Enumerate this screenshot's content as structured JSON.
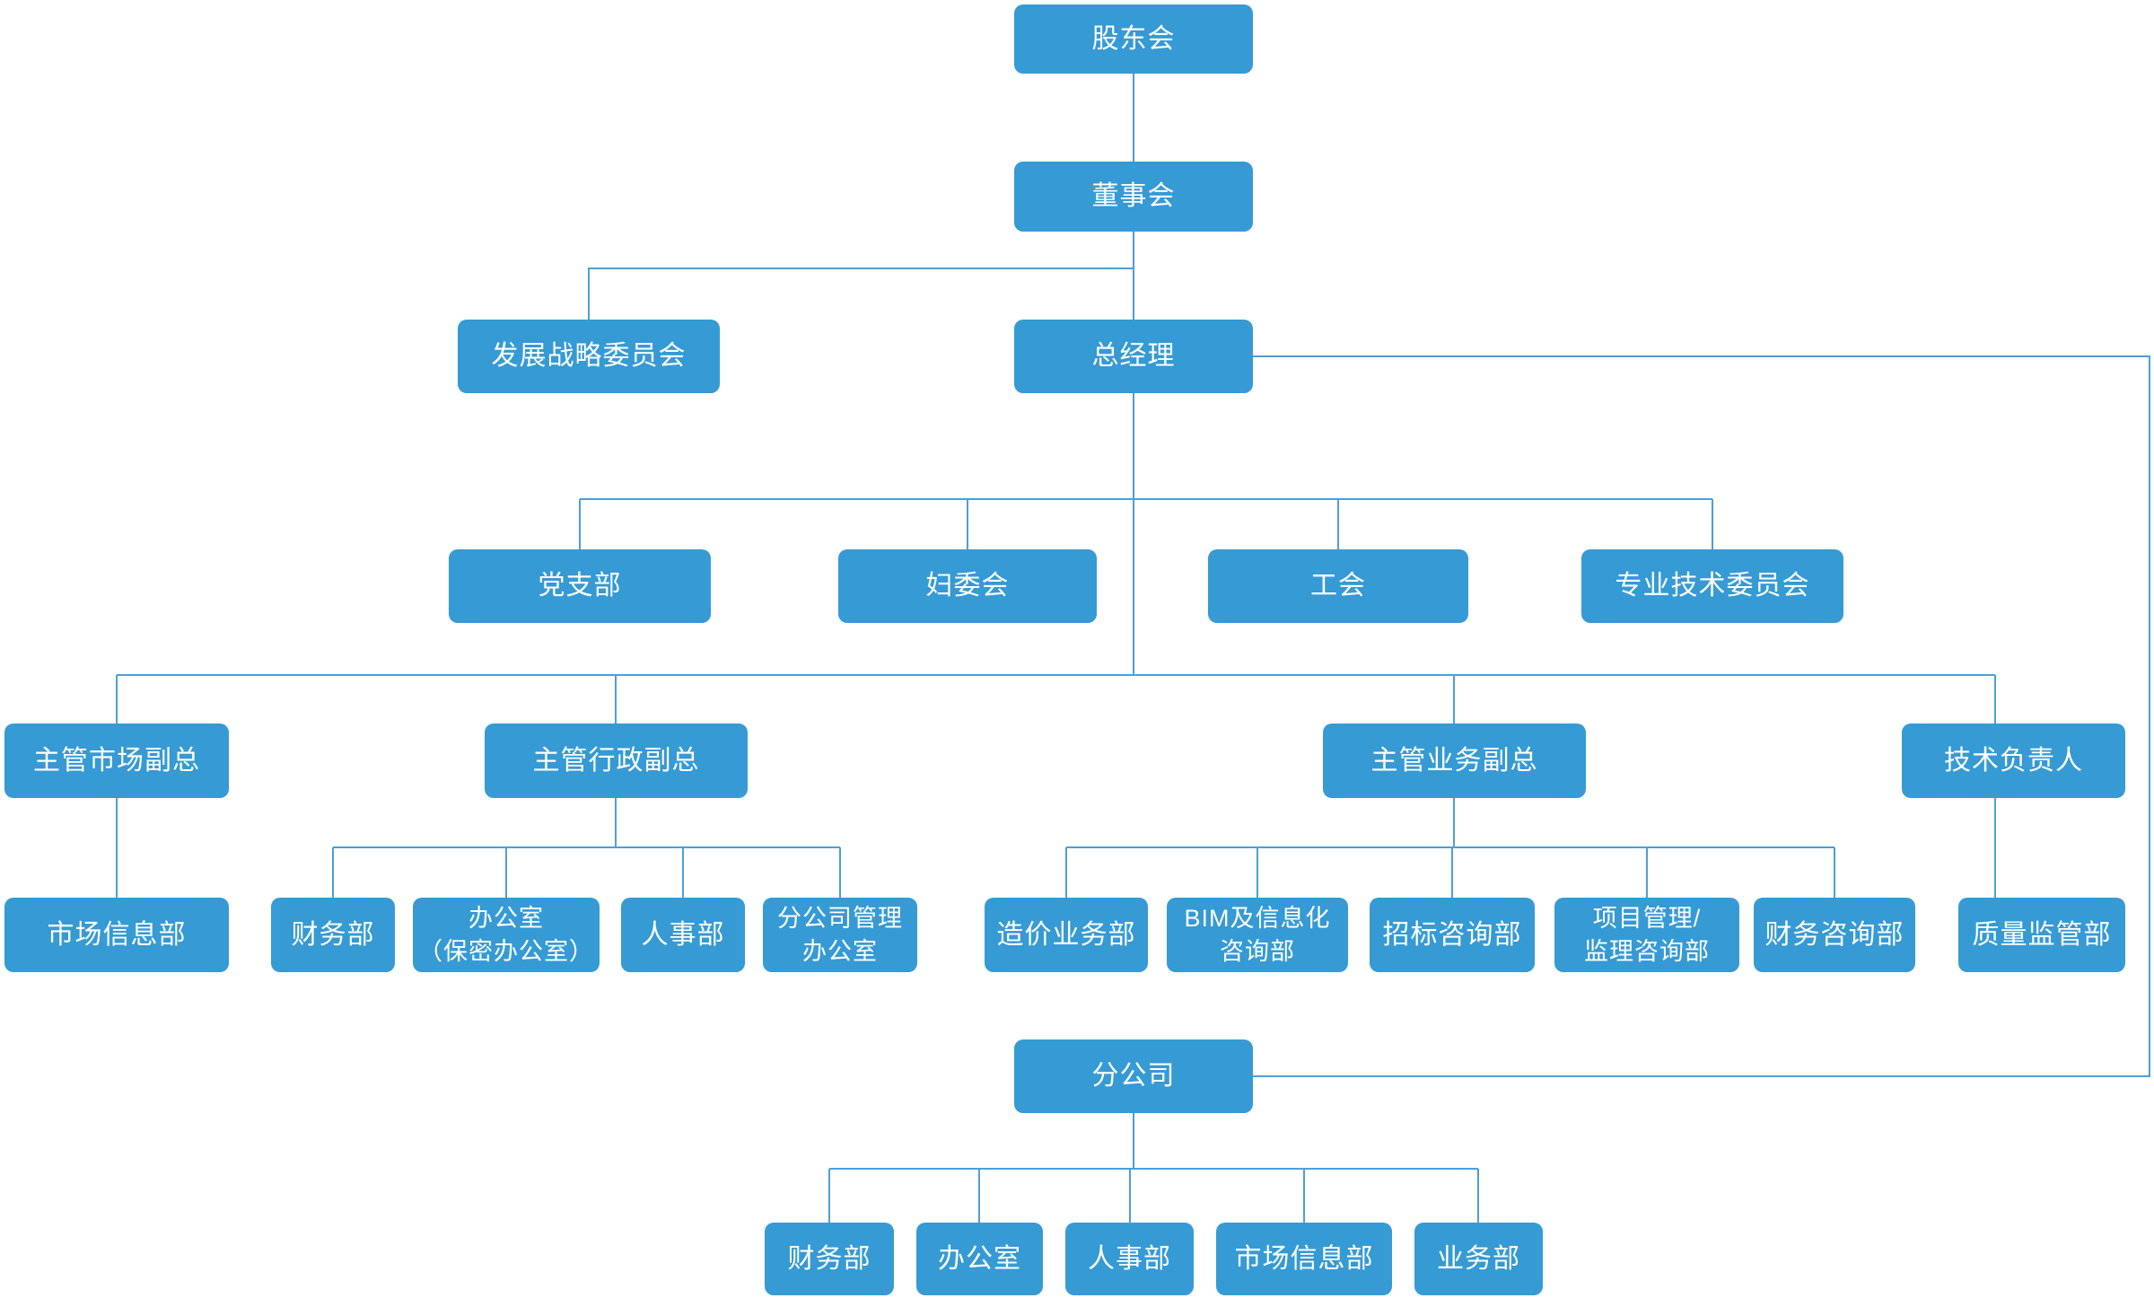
{
  "colors": {
    "box_fill": "#369AD4",
    "line": "#4C9FD7",
    "text": "#FFFFFF",
    "background": "#FFFFFF"
  },
  "nodes": {
    "shareholders": {
      "label": "股东会"
    },
    "board": {
      "label": "董事会"
    },
    "strategy_committee": {
      "label": "发展战略委员会"
    },
    "general_manager": {
      "label": "总经理"
    },
    "party_branch": {
      "label": "党支部"
    },
    "women_committee": {
      "label": "妇委会"
    },
    "labor_union": {
      "label": "工会"
    },
    "tech_committee": {
      "label": "专业技术委员会"
    },
    "vp_market": {
      "label": "主管市场副总"
    },
    "vp_admin": {
      "label": "主管行政副总"
    },
    "vp_business": {
      "label": "主管业务副总"
    },
    "tech_director": {
      "label": "技术负责人"
    },
    "market_info_dept": {
      "label": "市场信息部"
    },
    "finance_dept": {
      "label": "财务部"
    },
    "office_dept": {
      "label": "办公室\n（保密办公室）"
    },
    "hr_dept": {
      "label": "人事部"
    },
    "branch_mgmt_office": {
      "label": "分公司管理\n办公室"
    },
    "cost_business_dept": {
      "label": "造价业务部"
    },
    "bim_consulting_dept": {
      "label": "BIM及信息化\n咨询部"
    },
    "bidding_consulting_dept": {
      "label": "招标咨询部"
    },
    "pm_supervision_dept": {
      "label": "项目管理/\n监理咨询部"
    },
    "finance_consulting_dept": {
      "label": "财务咨询部"
    },
    "quality_supervision_dept": {
      "label": "质量监管部"
    },
    "branch_company": {
      "label": "分公司"
    },
    "branch_finance_dept": {
      "label": "财务部"
    },
    "branch_office": {
      "label": "办公室"
    },
    "branch_hr_dept": {
      "label": "人事部"
    },
    "branch_market_info_dept": {
      "label": "市场信息部"
    },
    "branch_business_dept": {
      "label": "业务部"
    }
  },
  "edges": [
    {
      "from": "shareholders",
      "to": "board"
    },
    {
      "from": "board",
      "to": "strategy_committee"
    },
    {
      "from": "board",
      "to": "general_manager"
    },
    {
      "from": "general_manager",
      "to": "party_branch"
    },
    {
      "from": "general_manager",
      "to": "women_committee"
    },
    {
      "from": "general_manager",
      "to": "labor_union"
    },
    {
      "from": "general_manager",
      "to": "tech_committee"
    },
    {
      "from": "general_manager",
      "to": "vp_market"
    },
    {
      "from": "general_manager",
      "to": "vp_admin"
    },
    {
      "from": "general_manager",
      "to": "vp_business"
    },
    {
      "from": "general_manager",
      "to": "tech_director"
    },
    {
      "from": "general_manager",
      "to": "branch_company"
    },
    {
      "from": "vp_market",
      "to": "market_info_dept"
    },
    {
      "from": "vp_admin",
      "to": "finance_dept"
    },
    {
      "from": "vp_admin",
      "to": "office_dept"
    },
    {
      "from": "vp_admin",
      "to": "hr_dept"
    },
    {
      "from": "vp_admin",
      "to": "branch_mgmt_office"
    },
    {
      "from": "vp_business",
      "to": "cost_business_dept"
    },
    {
      "from": "vp_business",
      "to": "bim_consulting_dept"
    },
    {
      "from": "vp_business",
      "to": "bidding_consulting_dept"
    },
    {
      "from": "vp_business",
      "to": "pm_supervision_dept"
    },
    {
      "from": "vp_business",
      "to": "finance_consulting_dept"
    },
    {
      "from": "tech_director",
      "to": "quality_supervision_dept"
    },
    {
      "from": "branch_company",
      "to": "branch_finance_dept"
    },
    {
      "from": "branch_company",
      "to": "branch_office"
    },
    {
      "from": "branch_company",
      "to": "branch_hr_dept"
    },
    {
      "from": "branch_company",
      "to": "branch_market_info_dept"
    },
    {
      "from": "branch_company",
      "to": "branch_business_dept"
    }
  ]
}
